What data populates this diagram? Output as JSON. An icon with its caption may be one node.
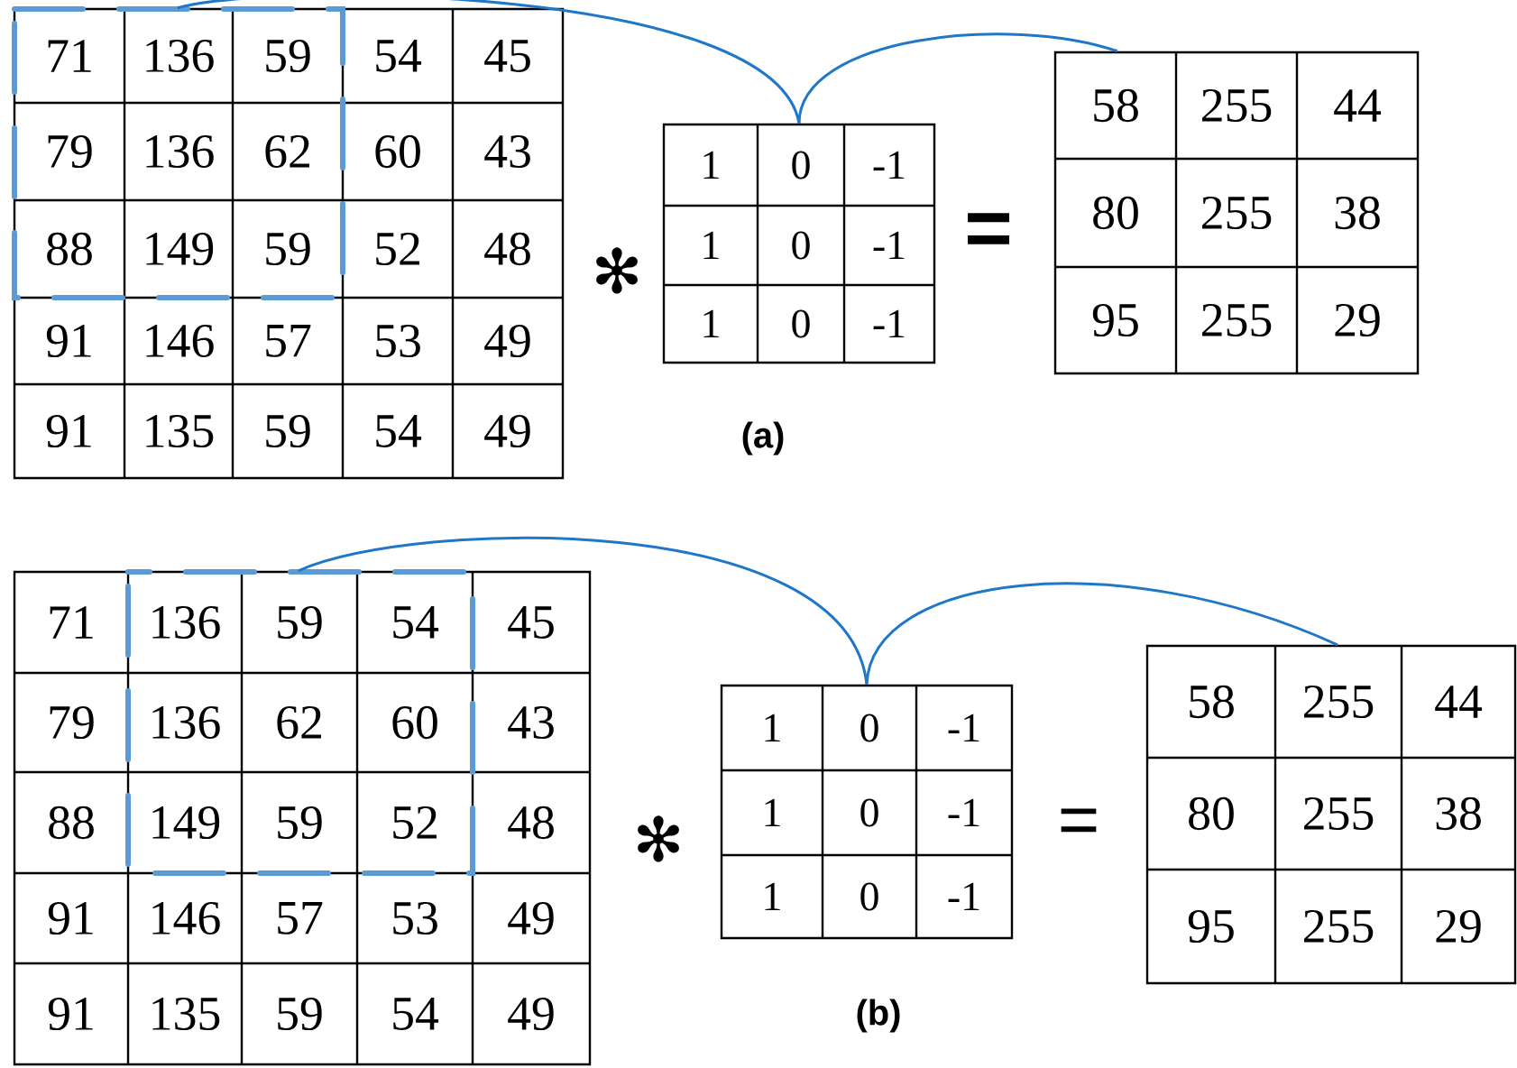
{
  "diagram": {
    "nodes": [
      {
        "text": [
          "71",
          "136",
          "59",
          "54",
          "45",
          "79",
          "136",
          "62",
          "60",
          "43",
          "88",
          "149",
          "59",
          "52",
          "48",
          "91",
          "146",
          "57",
          "53",
          "49",
          "91",
          "135",
          "59",
          "54",
          "49"
        ]
      },
      {
        "text": [
          "1",
          "0",
          "-1",
          "1",
          "0",
          "-1",
          "1",
          "0",
          "-1"
        ]
      },
      {
        "text": [
          "58",
          "255",
          "44",
          "80",
          "255",
          "38",
          "95",
          "255",
          "29"
        ]
      },
      {
        "text": [
          "71",
          "136",
          "59",
          "54",
          "45",
          "79",
          "136",
          "62",
          "60",
          "43",
          "88",
          "149",
          "59",
          "52",
          "48",
          "91",
          "146",
          "57",
          "53",
          "49",
          "91",
          "135",
          "59",
          "54",
          "49"
        ]
      },
      {
        "text": [
          "1",
          "0",
          "-1",
          "1",
          "0",
          "-1",
          "1",
          "0",
          "-1"
        ]
      },
      {
        "text": [
          "58",
          "255",
          "44",
          "80",
          "255",
          "38",
          "95",
          "255",
          "29"
        ]
      }
    ],
    "edges": [
      {
        "from": 0,
        "to": 1,
        "arrow": "none"
      },
      {
        "from": 1,
        "to": 2,
        "arrow": "none"
      },
      {
        "from": 3,
        "to": 4,
        "arrow": "none"
      },
      {
        "from": 4,
        "to": 5,
        "arrow": "none"
      }
    ],
    "labels": [
      "✻",
      "=",
      "(a)",
      "✻",
      "=",
      "(b)"
    ]
  }
}
